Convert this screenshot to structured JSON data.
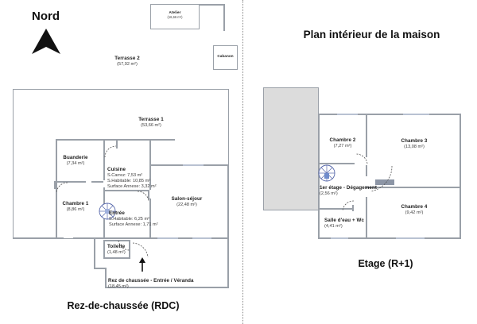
{
  "page": {
    "north_label": "Nord",
    "title_right": "Plan intérieur de la maison",
    "caption_left": "Rez-de-chaussée (RDC)",
    "caption_right": "Etage (R+1)"
  },
  "colors": {
    "wall": "#9aa0a8",
    "opening": "#b9c2d2",
    "void_fill": "#dcdcdc",
    "text": "#1b1b1b",
    "arrow": "#111111"
  },
  "ground_floor": {
    "outbuildings": [
      {
        "name": "Atelier",
        "area": "(16,66 m²)"
      },
      {
        "name": "Cabanon",
        "area": ""
      }
    ],
    "terraces": [
      {
        "name": "Terrasse 2",
        "area": "(57,92 m²)"
      },
      {
        "name": "Terrasse 1",
        "area": "(53,66 m²)"
      }
    ],
    "rooms": [
      {
        "name": "Buanderie",
        "area": "(7,34 m²)"
      },
      {
        "name": "Chambre 1",
        "area": "(8,86 m²)"
      },
      {
        "name": "Salon-séjour",
        "area": "(22,48 m²)"
      },
      {
        "name": "Toilette",
        "area": "(1,48 m²)"
      }
    ],
    "kitchen": {
      "name": "Cuisine",
      "line1": "S.Carrez: 7,53 m²",
      "line2": "S.Habitable: 10,85 m²",
      "line3": "Surface Annexe: 3,32 m²"
    },
    "entrance": {
      "name": "Entrée",
      "line1": "S.Habitable: 6,25 m²",
      "line2": "Surface Annexe: 1,71 m²"
    },
    "veranda": {
      "name": "Rez de chaussée - Entrée / Véranda",
      "area": "(18,45 m²)"
    }
  },
  "first_floor": {
    "rooms": [
      {
        "name": "Chambre 2",
        "area": "(7,27 m²)"
      },
      {
        "name": "Chambre 3",
        "area": "(13,08 m²)"
      },
      {
        "name": "Chambre 4",
        "area": "(9,42 m²)"
      },
      {
        "name": "Salle d'eau + Wc",
        "area": "(4,41 m²)"
      }
    ],
    "landing": {
      "name": "1er étage - Dégagement",
      "area": "(2,56 m²)"
    }
  }
}
